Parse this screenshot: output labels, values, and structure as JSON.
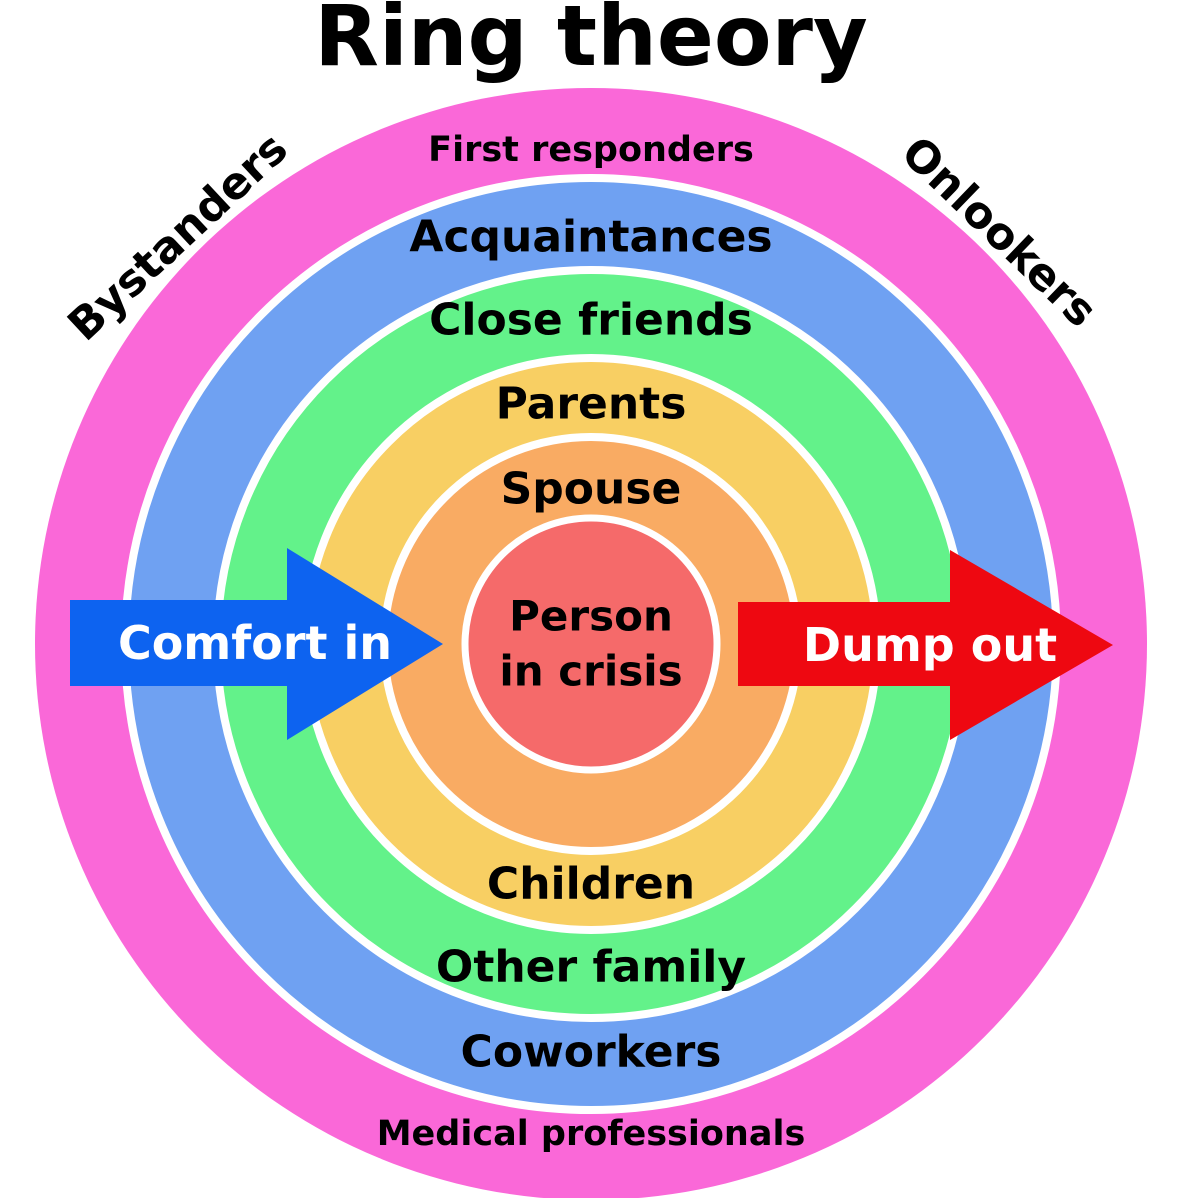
{
  "title": "Ring theory",
  "outside_labels": {
    "left": "Bystanders",
    "right": "Onlookers"
  },
  "rings": [
    {
      "name": "outer-pink",
      "color": "#FA68D8",
      "label_top": "First responders",
      "label_bottom": "Medical professionals"
    },
    {
      "name": "blue",
      "color": "#6FA1F2",
      "label_top": "Acquaintances",
      "label_bottom": "Coworkers"
    },
    {
      "name": "green",
      "color": "#63F28A",
      "label_top": "Close friends",
      "label_bottom": "Other family"
    },
    {
      "name": "yellow",
      "color": "#F8CF63",
      "label_top": "Parents",
      "label_bottom": "Children"
    },
    {
      "name": "orange",
      "color": "#F9AB63",
      "label_top": "Spouse",
      "label_bottom": ""
    }
  ],
  "center": {
    "color": "#F56A6A",
    "label_line1": "Person",
    "label_line2": "in crisis"
  },
  "arrows": {
    "comfort": {
      "label": "Comfort in",
      "color": "#0D63F0",
      "text_color": "#FFFFFF"
    },
    "dump": {
      "label": "Dump out",
      "color": "#EE0811",
      "text_color": "#FFFFFF"
    }
  }
}
